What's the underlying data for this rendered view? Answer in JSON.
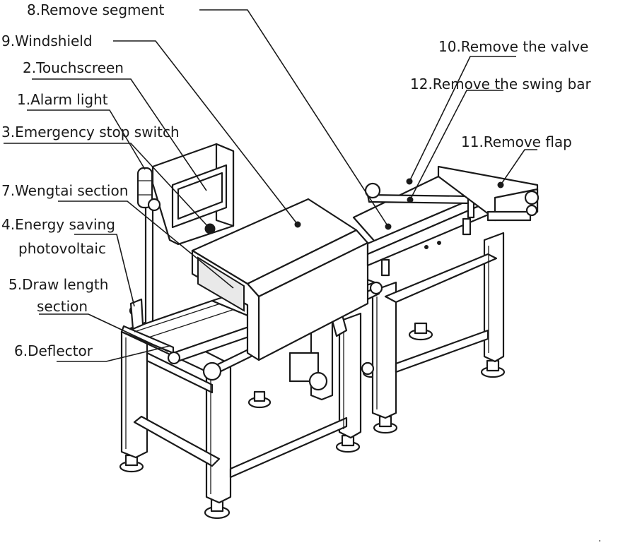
{
  "labels": [
    {
      "id": "alarm-light",
      "text": "1.Alarm light"
    },
    {
      "id": "touchscreen",
      "text": "2.Touchscreen"
    },
    {
      "id": "emergency-stop-switch",
      "text": "3.Emergency stop switch"
    },
    {
      "id": "energy-saving-photovoltaic-line1",
      "text": "4.Energy saving"
    },
    {
      "id": "energy-saving-photovoltaic-line2",
      "text": "photovoltaic"
    },
    {
      "id": "draw-length-section-line1",
      "text": "5.Draw length"
    },
    {
      "id": "draw-length-section-line2",
      "text": "section"
    },
    {
      "id": "deflector",
      "text": "6.Deflector"
    },
    {
      "id": "wengtai-section",
      "text": "7.Wengtai section"
    },
    {
      "id": "remove-segment",
      "text": "8.Remove segment"
    },
    {
      "id": "windshield",
      "text": "9.Windshield"
    },
    {
      "id": "remove-the-valve",
      "text": "10.Remove the valve"
    },
    {
      "id": "remove-flap",
      "text": "11.Remove flap"
    },
    {
      "id": "remove-the-swing-bar",
      "text": "12.Remove the swing bar"
    }
  ],
  "footer_mark": "·"
}
